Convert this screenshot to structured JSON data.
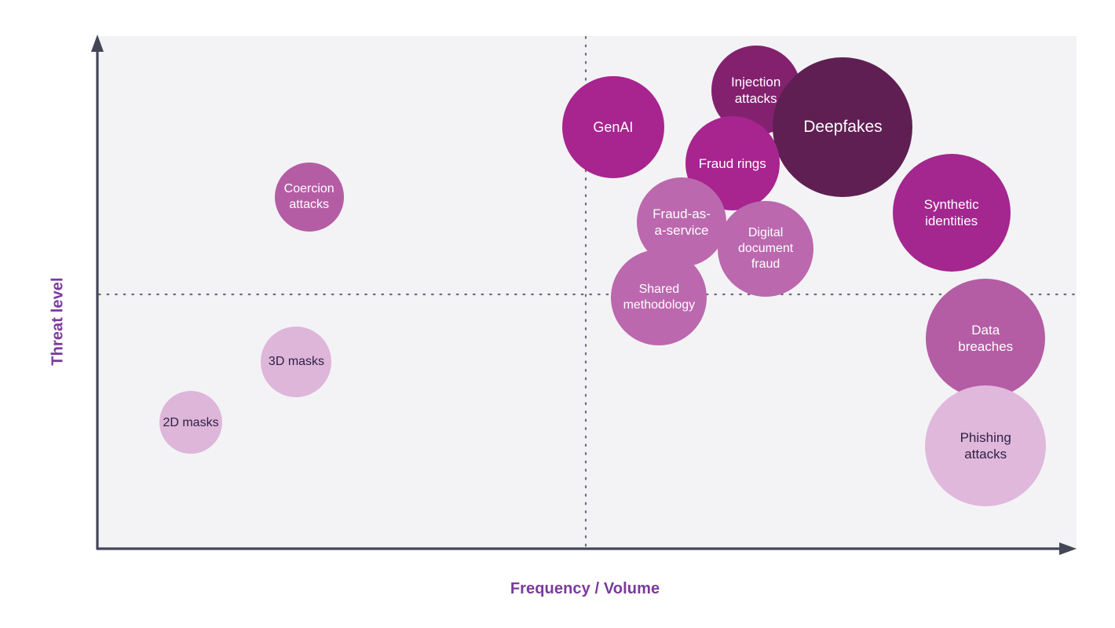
{
  "chart_data": {
    "type": "scatter",
    "variant": "bubble",
    "title": "",
    "xlabel": "Frequency / Volume",
    "ylabel": "Threat level",
    "xlim": [
      0,
      100
    ],
    "ylim": [
      0,
      100
    ],
    "grid": "dotted-quadrant",
    "grid_lines": {
      "vertical_x_pct": 50,
      "horizontal_y_pct": 50
    },
    "legend": "none",
    "axis_ticks": [],
    "plot_background": "#f3f3f5",
    "axis_color": "#434656",
    "accent_color": "#7a3a9d",
    "points": [
      {
        "label": "2D masks",
        "x_pct": 9.4,
        "y_pct": 24.7,
        "size_r": 40,
        "color": "#deb6da",
        "text_color": "#2e2144",
        "font_size": 16
      },
      {
        "label": "3D masks",
        "x_pct": 20.2,
        "y_pct": 36.5,
        "size_r": 45,
        "color": "#deb6da",
        "text_color": "#2e2144",
        "font_size": 16
      },
      {
        "label": "Coercion\nattacks",
        "x_pct": 21.5,
        "y_pct": 68.7,
        "size_r": 44,
        "color": "#b45da4",
        "text_color": "#ffffff",
        "font_size": 16
      },
      {
        "label": "GenAI",
        "x_pct": 52.6,
        "y_pct": 82.2,
        "size_r": 65,
        "color": "#a8248f",
        "text_color": "#ffffff",
        "font_size": 18
      },
      {
        "label": "Injection\nattacks",
        "x_pct": 67.2,
        "y_pct": 89.4,
        "size_r": 57,
        "color": "#83216f",
        "text_color": "#ffffff",
        "font_size": 17
      },
      {
        "label": "Deepfakes",
        "x_pct": 76.1,
        "y_pct": 82.2,
        "size_r": 89,
        "color": "#5f1f52",
        "text_color": "#ffffff",
        "font_size": 21
      },
      {
        "label": "Fraud rings",
        "x_pct": 64.8,
        "y_pct": 75.2,
        "size_r": 60,
        "color": "#a8248f",
        "text_color": "#ffffff",
        "font_size": 17
      },
      {
        "label": "Fraud-as-\na-service",
        "x_pct": 59.6,
        "y_pct": 63.8,
        "size_r": 57,
        "color": "#bb68ae",
        "text_color": "#ffffff",
        "font_size": 17
      },
      {
        "label": "Digital\ndocument\nfraud",
        "x_pct": 68.2,
        "y_pct": 58.6,
        "size_r": 61,
        "color": "#bb68ae",
        "text_color": "#ffffff",
        "font_size": 16
      },
      {
        "label": "Shared\nmethodology",
        "x_pct": 57.3,
        "y_pct": 49.1,
        "size_r": 61,
        "color": "#bb68ae",
        "text_color": "#ffffff",
        "font_size": 16
      },
      {
        "label": "Synthetic\nidentities",
        "x_pct": 87.2,
        "y_pct": 65.6,
        "size_r": 75,
        "color": "#a3278e",
        "text_color": "#ffffff",
        "font_size": 17
      },
      {
        "label": "Data\nbreaches",
        "x_pct": 90.7,
        "y_pct": 41.1,
        "size_r": 76,
        "color": "#b45da4",
        "text_color": "#ffffff",
        "font_size": 17
      },
      {
        "label": "Phishing\nattacks",
        "x_pct": 90.7,
        "y_pct": 20.2,
        "size_r": 77,
        "color": "#e0b8dc",
        "text_color": "#2e2144",
        "font_size": 17
      }
    ]
  },
  "chart": {
    "x_axis_label": "Frequency / Volume",
    "y_axis_label": "Threat level"
  }
}
